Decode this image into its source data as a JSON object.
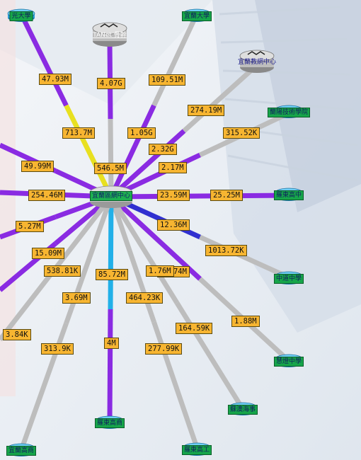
{
  "nodes": {
    "center": {
      "label": "宜蘭區網中心"
    },
    "tanet": {
      "label": "TANet 骨幹"
    },
    "yilan_univ": {
      "label": "宜蘭大學"
    },
    "foguang_univ": {
      "label": "光大學"
    },
    "edu_center": {
      "label": "宜蘭教網中心"
    },
    "lanyang": {
      "label": "蘭陽技術學院"
    },
    "luodong_hs": {
      "label": "羅東高中"
    },
    "zhongdao_hs": {
      "label": "中道中學"
    },
    "huiwen_hs": {
      "label": "慧燈中學"
    },
    "fishery": {
      "label": "蘇澳海事"
    },
    "luodong_vs": {
      "label": "羅東高工"
    },
    "luodong_comm": {
      "label": "羅東高商"
    },
    "yilan_comm": {
      "label": "宜蘭高商"
    }
  },
  "links": [
    {
      "id": "l1",
      "value": "47.93M",
      "color": "#8a2be2"
    },
    {
      "id": "l2",
      "value": "4.07G",
      "color": "#8a2be2"
    },
    {
      "id": "l3",
      "value": "109.51M",
      "color": "#bdbdbd"
    },
    {
      "id": "l4",
      "value": "274.19M",
      "color": "#bdbdbd"
    },
    {
      "id": "l5",
      "value": "713.7M",
      "color": "#e8e020"
    },
    {
      "id": "l6",
      "value": "1.05G",
      "color": "#8a2be2"
    },
    {
      "id": "l7",
      "value": "315.52K",
      "color": "#bdbdbd"
    },
    {
      "id": "l8",
      "value": "546.5M",
      "color": "#bdbdbd"
    },
    {
      "id": "l9",
      "value": "2.32G",
      "color": "#8a2be2"
    },
    {
      "id": "l10",
      "value": "49.99M",
      "color": "#8a2be2"
    },
    {
      "id": "l11",
      "value": "2.17M",
      "color": "#8a2be2"
    },
    {
      "id": "l12",
      "value": "254.46M",
      "color": "#8a2be2"
    },
    {
      "id": "l13",
      "value": "23.59M",
      "color": "#8a2be2"
    },
    {
      "id": "l14",
      "value": "25.25M",
      "color": "#8a2be2"
    },
    {
      "id": "l15",
      "value": "5.27M",
      "color": "#8a2be2"
    },
    {
      "id": "l16",
      "value": "12.36M",
      "color": "#3030d0"
    },
    {
      "id": "l17",
      "value": "15.09M",
      "color": "#8a2be2"
    },
    {
      "id": "l18",
      "value": "1013.72K",
      "color": "#bdbdbd"
    },
    {
      "id": "l19",
      "value": "538.81K",
      "color": "#bdbdbd"
    },
    {
      "id": "l20",
      "value": "85.72M",
      "color": "#22b0e8"
    },
    {
      "id": "l21",
      "value": "58.74M",
      "color": "#8a2be2"
    },
    {
      "id": "l22",
      "value": "1.76M",
      "color": "#bdbdbd"
    },
    {
      "id": "l23",
      "value": "3.69M",
      "color": "#bdbdbd"
    },
    {
      "id": "l24",
      "value": "464.23K",
      "color": "#bdbdbd"
    },
    {
      "id": "l25",
      "value": "1.88M",
      "color": "#bdbdbd"
    },
    {
      "id": "l26",
      "value": "3.84K",
      "color": "#bdbdbd"
    },
    {
      "id": "l27",
      "value": "164.59K",
      "color": "#bdbdbd"
    },
    {
      "id": "l28",
      "value": "313.9K",
      "color": "#bdbdbd"
    },
    {
      "id": "l29",
      "value": "4M",
      "color": "#8a2be2"
    },
    {
      "id": "l30",
      "value": "277.99K",
      "color": "#bdbdbd"
    }
  ],
  "colors": {
    "label_bg": "#f7b531",
    "router_blue": "#2aa0d8",
    "router_green_cap": "#16a54a",
    "core_gray": "#c8c8c8"
  }
}
